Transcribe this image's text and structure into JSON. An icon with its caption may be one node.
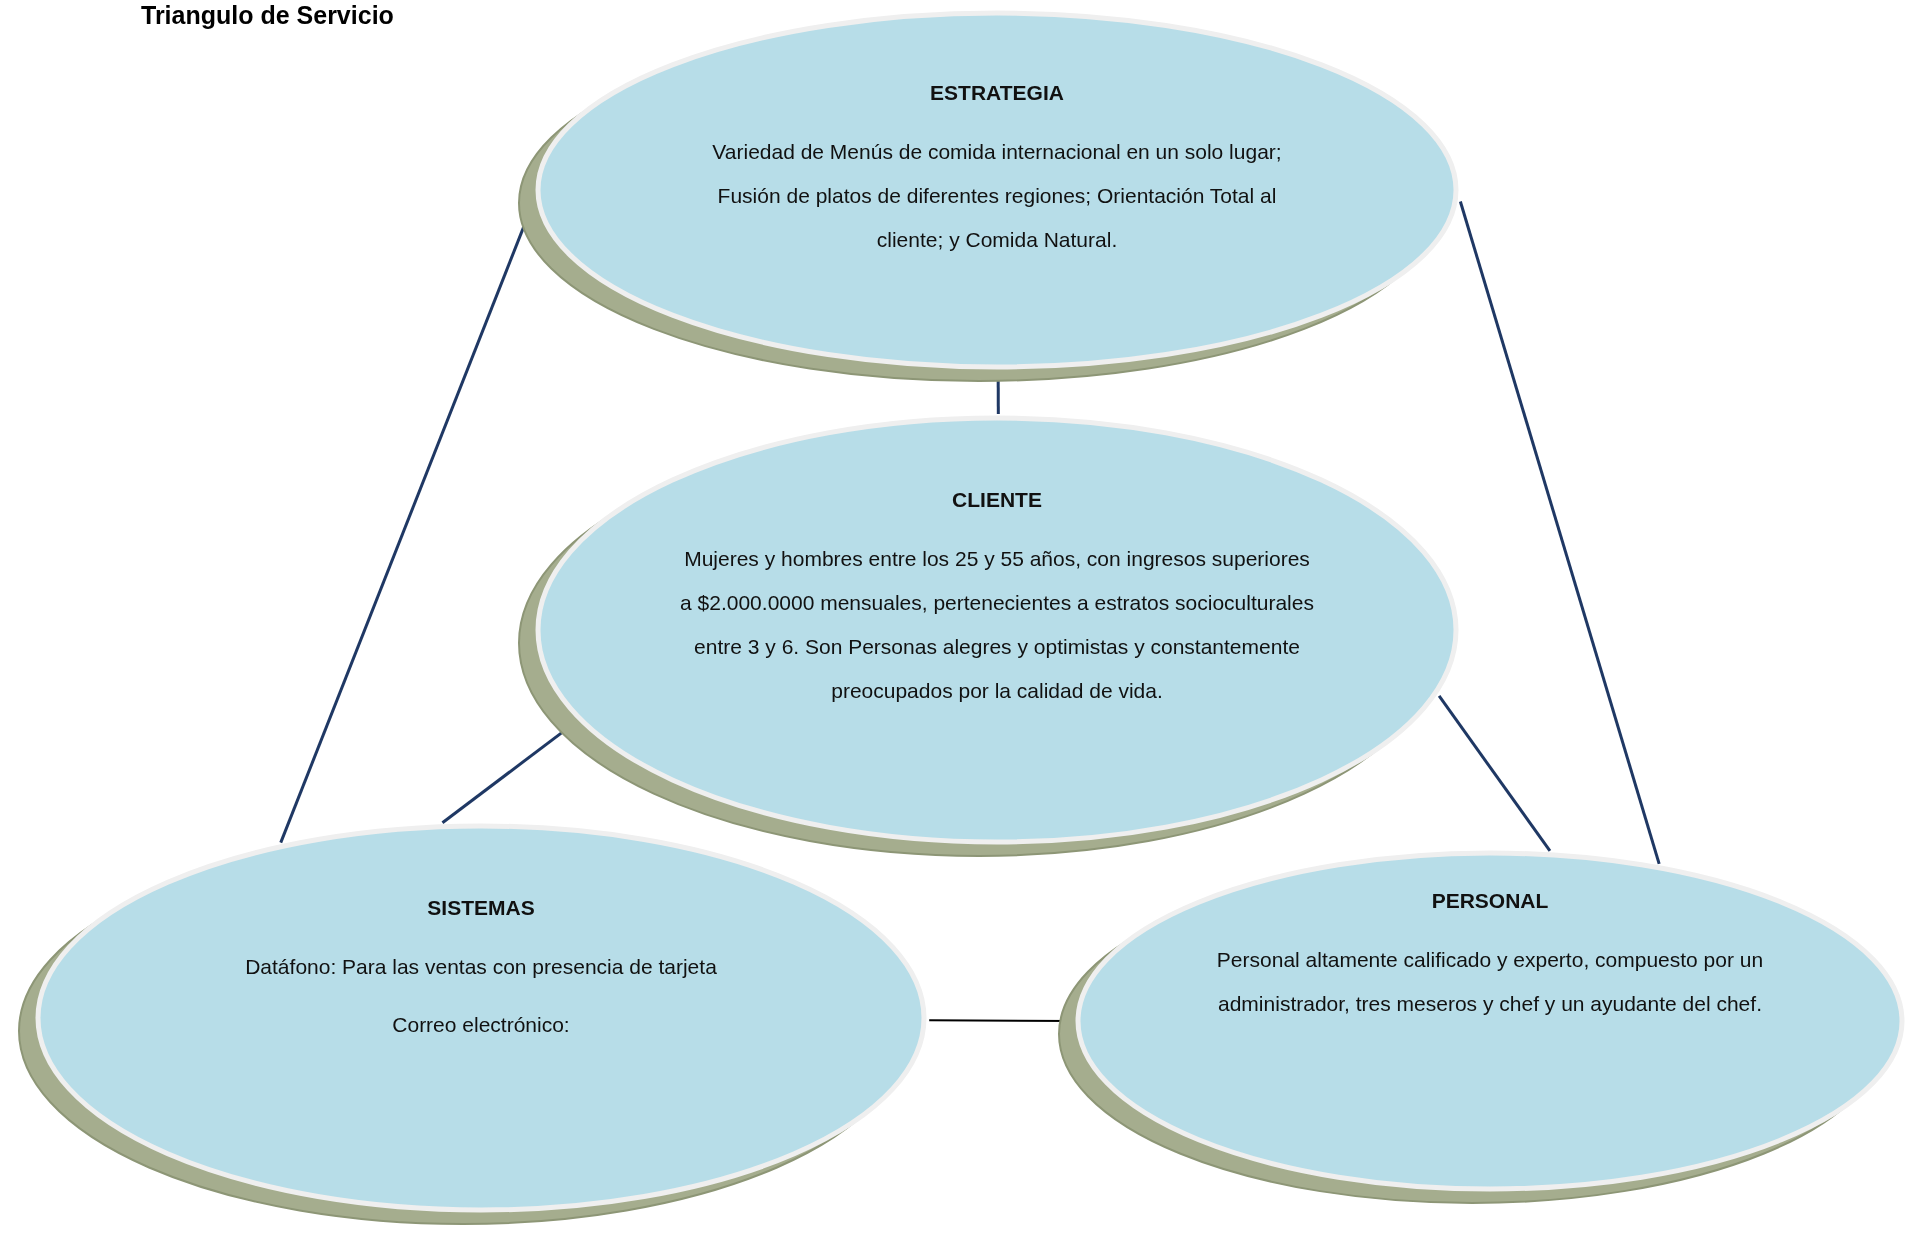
{
  "diagram": {
    "title": "Triangulo de Servicio",
    "nodes": [
      {
        "text": [
          "ESTRATEGIA",
          "Variedad de Menús de comida internacional en un solo lugar; Fusión de platos de diferentes regiones; Orientación Total al cliente; y Comida Natural."
        ]
      },
      {
        "text": [
          "CLIENTE",
          "Mujeres y hombres entre los 25 y 55 años, con ingresos superiores a $2.000.0000 mensuales, pertenecientes a estratos socioculturales entre 3 y 6. Son Personas alegres y optimistas y constantemente preocupados por la calidad de vida."
        ]
      },
      {
        "text": [
          "SISTEMAS",
          "Datáfono: Para las ventas con presencia de tarjeta",
          "Correo electrónico:"
        ]
      },
      {
        "text": [
          "PERSONAL",
          "Personal altamente calificado y experto, compuesto por un administrador, tres meseros y chef y un ayudante del chef."
        ]
      }
    ],
    "edges": [
      {
        "from": 0,
        "to": 1,
        "arrow": "none"
      },
      {
        "from": 0,
        "to": 2,
        "arrow": "none"
      },
      {
        "from": 0,
        "to": 3,
        "arrow": "none"
      },
      {
        "from": 1,
        "to": 2,
        "arrow": "none"
      },
      {
        "from": 1,
        "to": 3,
        "arrow": "none"
      },
      {
        "from": 2,
        "to": 3,
        "arrow": "none",
        "color": "#000000"
      }
    ]
  }
}
